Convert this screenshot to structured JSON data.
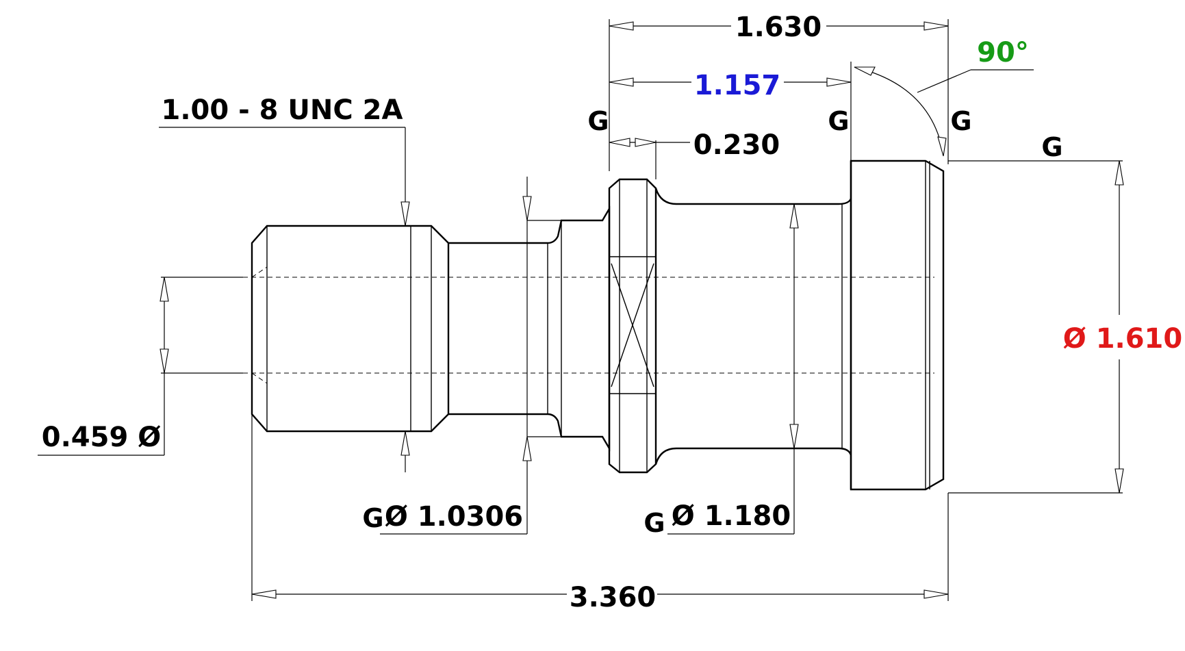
{
  "colors": {
    "line": "#000000",
    "blue": "#1a1ad6",
    "green": "#169b16",
    "red": "#e01919"
  },
  "dimensions": {
    "overall_length": "1.630",
    "flange_to_shoulder": "1.157",
    "angle": "90°",
    "hex_width": "0.230",
    "thread": "1.00 - 8 UNC 2A",
    "bore_dia": "0.459 Ø",
    "groove_dia": "Ø 1.0306",
    "shank_dia": "Ø 1.180",
    "flange_dia": "Ø 1.610",
    "total_length": "3.360"
  },
  "grind_marks": {
    "hex_left": "G",
    "flange_left": "G",
    "flange_right": "G",
    "flange_dia": "G",
    "groove": "G",
    "shank": "G"
  }
}
